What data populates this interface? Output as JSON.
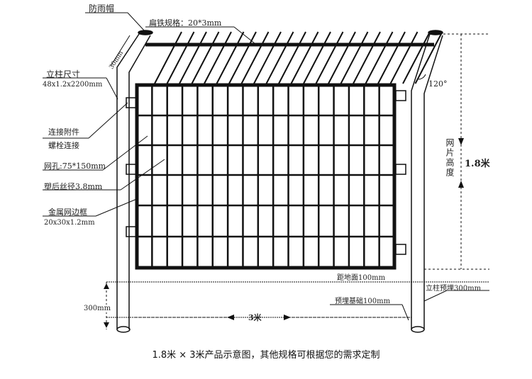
{
  "labels": {
    "rain_cap": "防雨帽",
    "flat_iron": "扁铁规格：20*3mm",
    "bend_length": "30mm",
    "post_size_title": "立柱尺寸",
    "post_size_value": "48x1.2x2200mm",
    "angle": "120°",
    "connector_line1": "连接附件",
    "connector_line2": "螺栓连接",
    "mesh_hole": "网孔:75*150mm",
    "wire_diameter": "塑后丝径3.8mm",
    "frame_title": "金属网边框",
    "frame_value": "20x30x1.2mm",
    "mesh_height_label": "网片高度",
    "mesh_height_value": "1.8米",
    "ground_gap": "距地面100mm",
    "post_embed": "立柱预埋300mm",
    "foundation": "预埋基础100mm",
    "embed_depth": "300mm",
    "width_value": "3米"
  },
  "caption": "1.8米 × 3米产品示意图，其他规格可根据您的需求定制"
}
